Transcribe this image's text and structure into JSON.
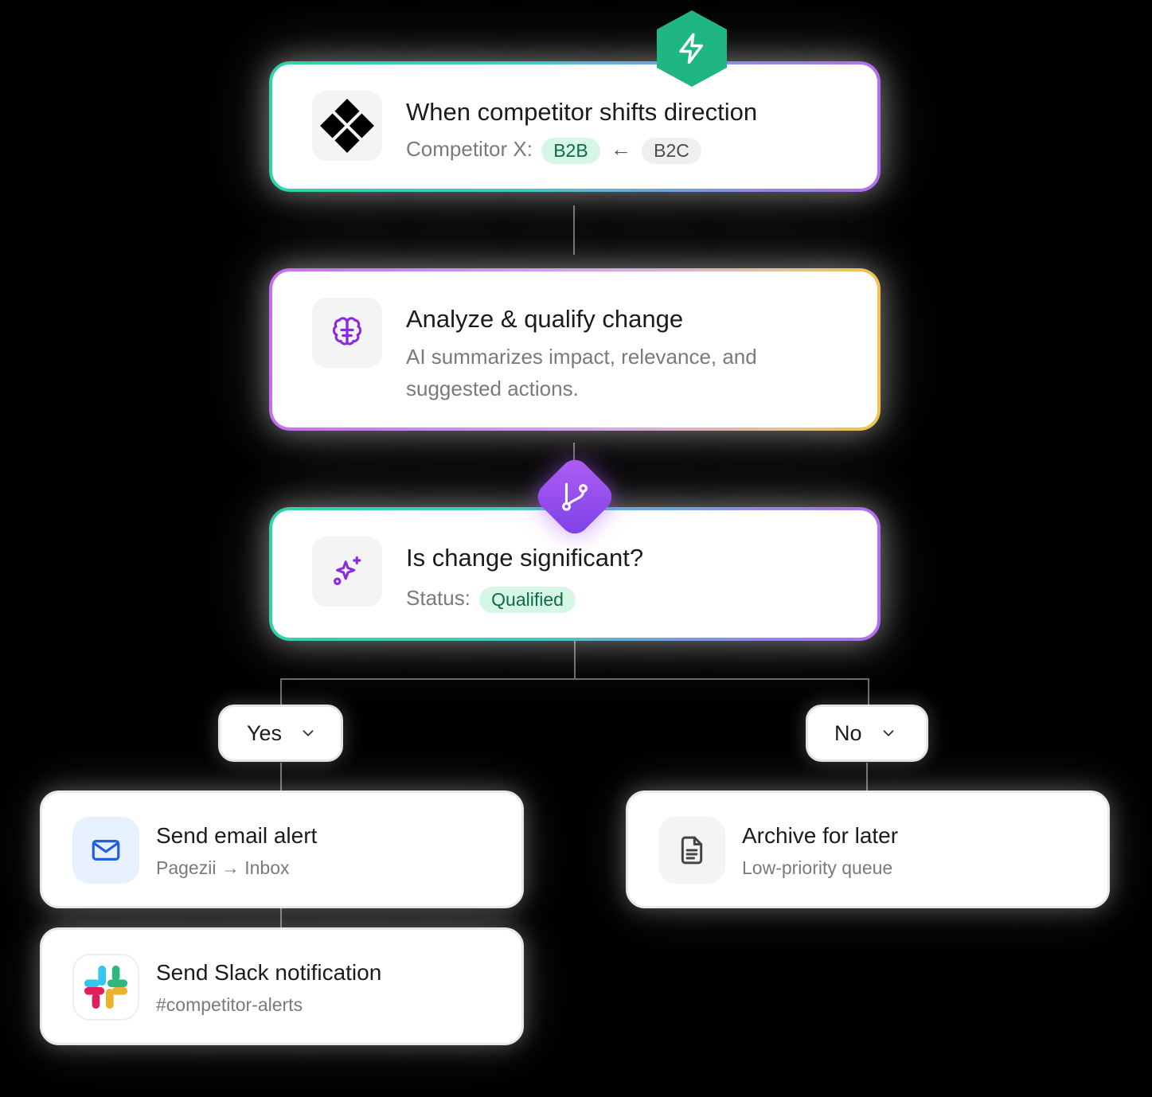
{
  "trigger": {
    "icon": "bolt-icon",
    "title": "When competitor shifts direction",
    "subtitle_prefix": "Competitor X:",
    "chip_from": "B2B",
    "arrow": "←",
    "chip_to": "B2C",
    "brand_icon": "diamond-logo-icon"
  },
  "analyze": {
    "icon": "brain-icon",
    "title": "Analyze & qualify change",
    "subtitle_line1": "AI summarizes impact, relevance, and",
    "subtitle_line2": "suggested actions."
  },
  "condition": {
    "branch_icon": "git-branch-icon",
    "icon": "sparkles-icon",
    "title": "Is change significant?",
    "status_label": "Status:",
    "status_value": "Qualified"
  },
  "branches": {
    "yes_label": "Yes",
    "no_label": "No"
  },
  "actions": {
    "email": {
      "icon": "mail-icon",
      "title": "Send email alert",
      "subtitle": "Pagezii → Inbox"
    },
    "slack": {
      "icon": "slack-icon",
      "title": "Send Slack notification",
      "subtitle": "#competitor-alerts"
    },
    "archive": {
      "icon": "document-icon",
      "title": "Archive for later",
      "subtitle": "Low-priority queue"
    }
  },
  "colors": {
    "background": "#000000",
    "trigger_green": "#1fb684",
    "branch_purple": "#8a45ec",
    "chip_green_bg": "#d6f6e8",
    "chip_green_text": "#0f6a44"
  }
}
